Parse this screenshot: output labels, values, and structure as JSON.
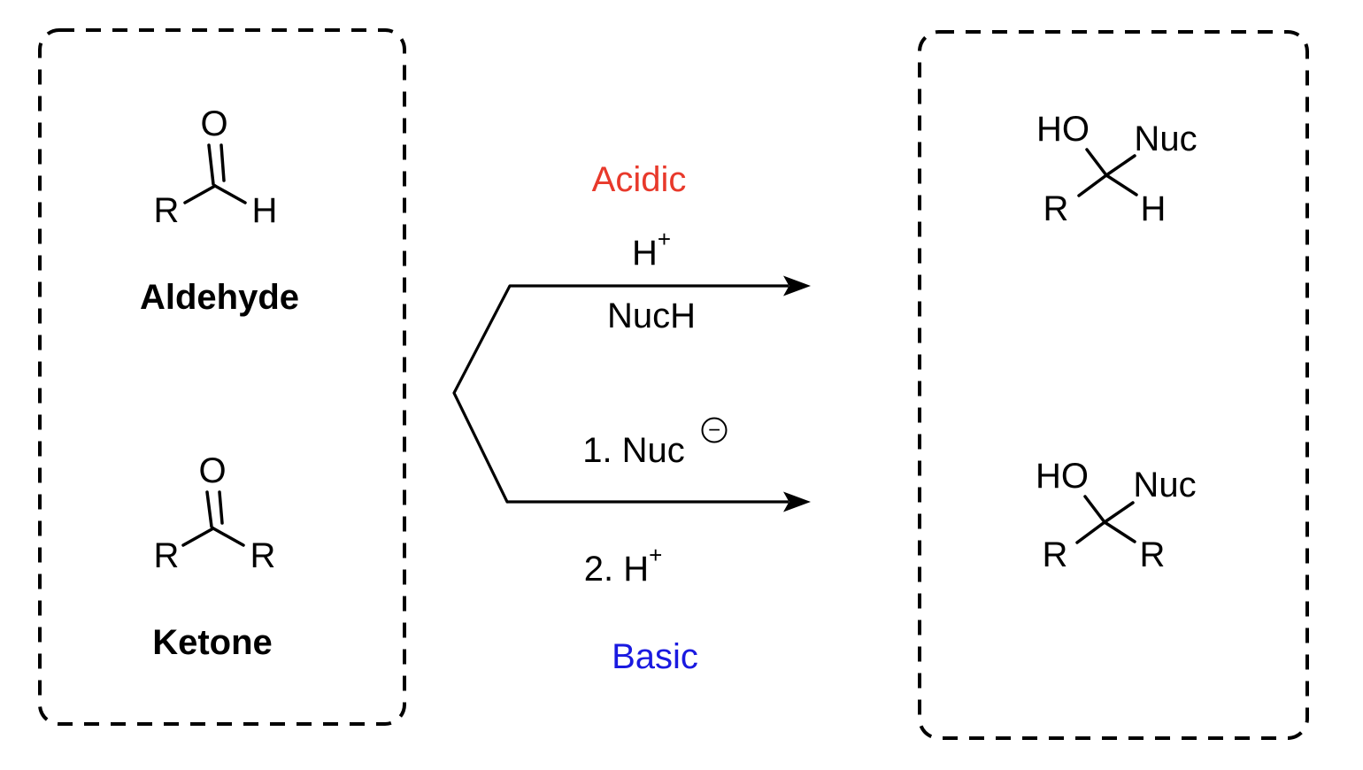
{
  "colors": {
    "acidic_red": "#e8392b",
    "basic_blue": "#1a1ae0",
    "ink": "#000000",
    "background": "#ffffff"
  },
  "reactants_box": {
    "aldehyde": {
      "oxygen": "O",
      "r_group": "R",
      "hydrogen": "H",
      "name": "Aldehyde"
    },
    "ketone": {
      "oxygen": "O",
      "r_group_left": "R",
      "r_group_right": "R",
      "name": "Ketone"
    }
  },
  "conditions": {
    "acidic": {
      "title": "Acidic",
      "reagent": "H",
      "reagent_charge": "+",
      "nucleophile": "NucH"
    },
    "basic": {
      "step1": "1. Nuc",
      "step1_charge": "−",
      "step2": "2. H",
      "step2_charge": "+",
      "title": "Basic"
    }
  },
  "products_box": {
    "aldehyde_product": {
      "hydroxyl": "HO",
      "nucleophile": "Nuc",
      "r_group": "R",
      "hydrogen": "H"
    },
    "ketone_product": {
      "hydroxyl": "HO",
      "nucleophile": "Nuc",
      "r_group_left": "R",
      "r_group_right": "R"
    }
  }
}
